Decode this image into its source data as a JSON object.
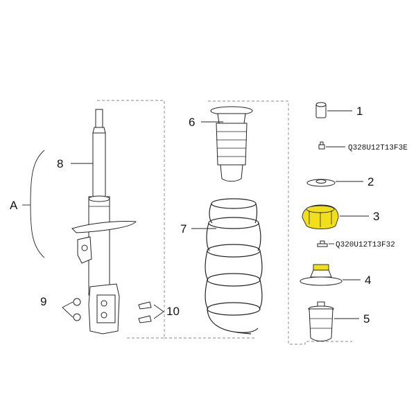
{
  "labels": {
    "A": "A",
    "n1": "1",
    "n2": "2",
    "n3": "3",
    "n4": "4",
    "n5": "5",
    "n6": "6",
    "n7": "7",
    "n8": "8",
    "n9": "9",
    "n10": "10"
  },
  "codes": {
    "nut_code": "Q328U12T13F3E",
    "bolt_code": "Q320U12T13F32"
  },
  "colors": {
    "highlight": "#f2df1c",
    "line": "#222222",
    "dashed_frame": "#888888"
  }
}
